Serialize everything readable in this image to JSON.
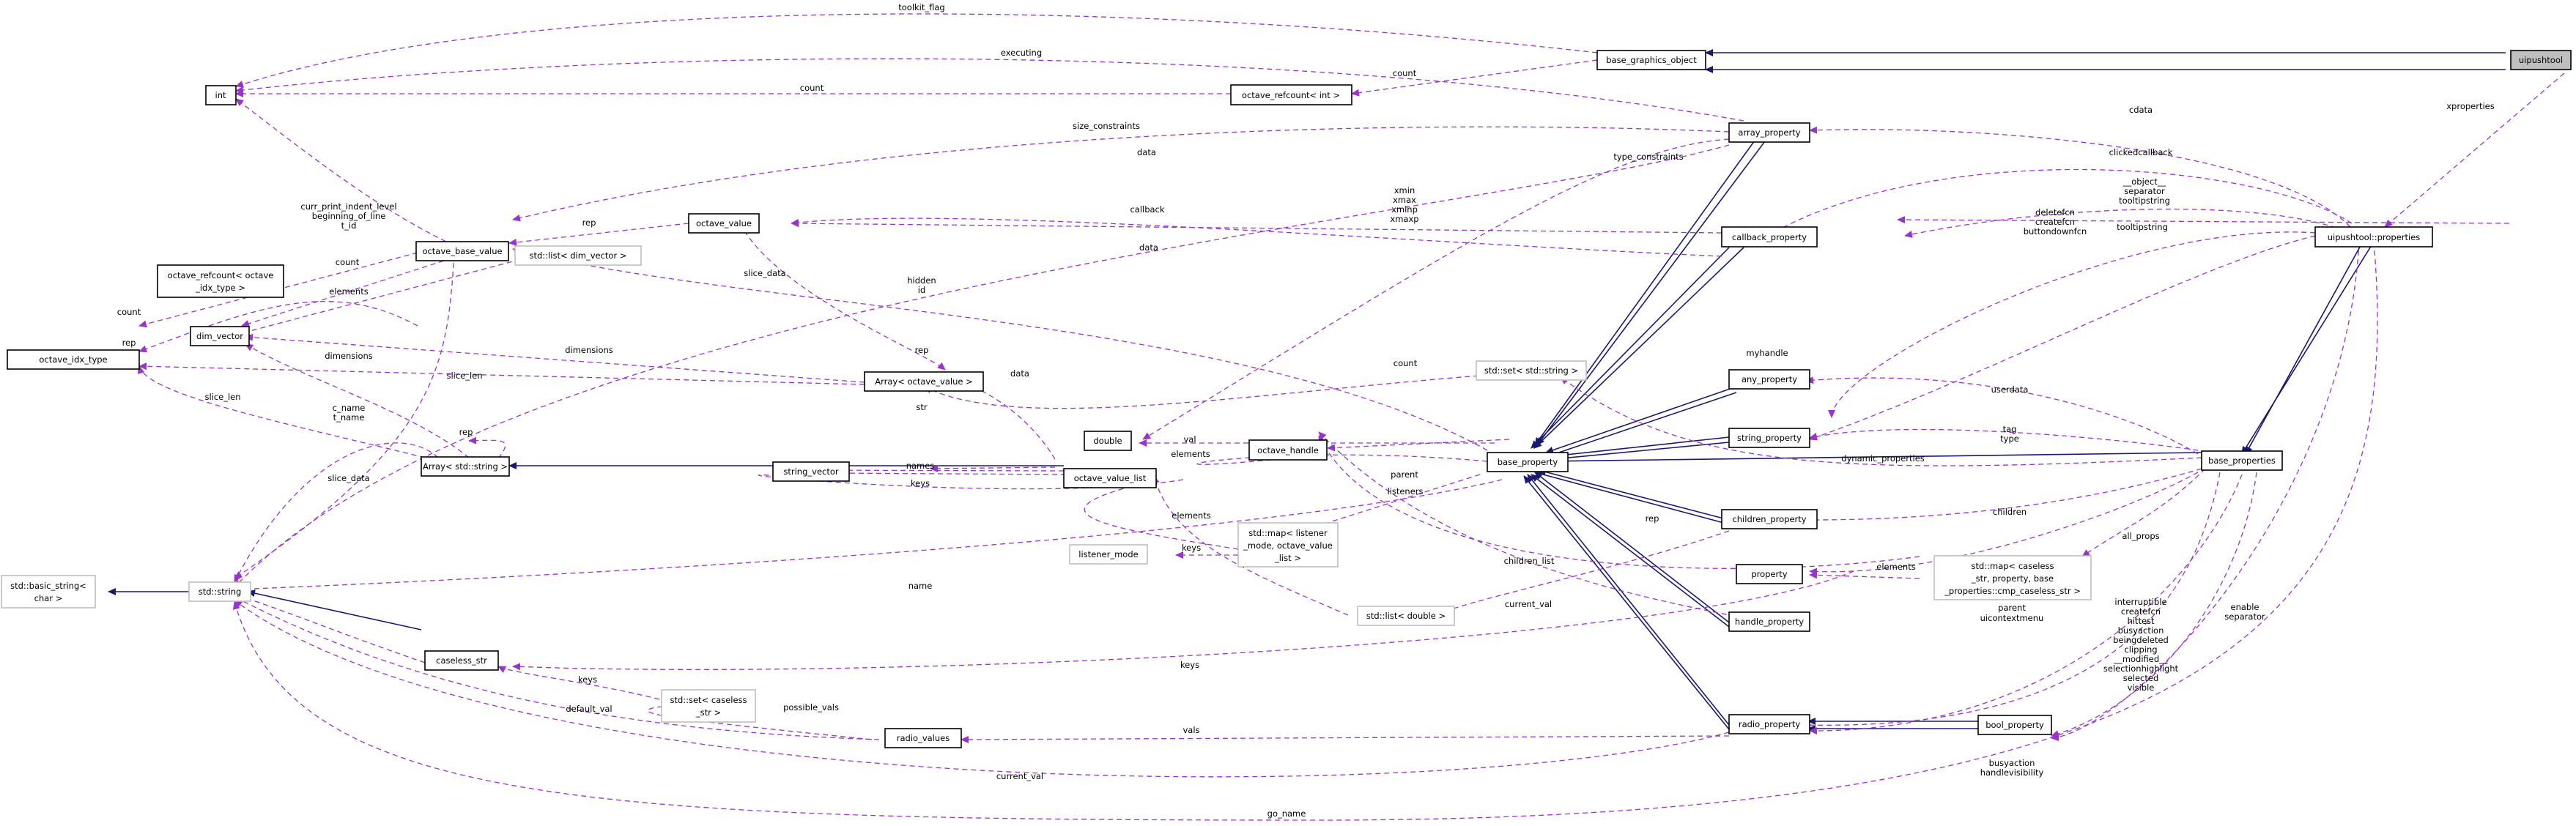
{
  "nodes": {
    "uipushtool": "uipushtool",
    "base_graphics_object": "base_graphics_object",
    "int": "int",
    "octave_refcount_int": "octave_refcount< int >",
    "array_property": "array_property",
    "octave_value": "octave_value",
    "octave_base_value": "octave_base_value",
    "octave_refcount_idx_1": "octave_refcount< octave",
    "octave_refcount_idx_2": "_idx_type >",
    "octave_idx_type": "octave_idx_type",
    "dim_vector": "dim_vector",
    "std_list_dim_vector": "std::list< dim_vector >",
    "callback_property": "callback_property",
    "uipushtool_properties": "uipushtool::properties",
    "array_octave_value": "Array< octave_value >",
    "std_set_string": "std::set< std::string >",
    "any_property": "any_property",
    "double": "double",
    "octave_handle": "octave_handle",
    "base_property": "base_property",
    "string_property": "string_property",
    "base_properties": "base_properties",
    "array_string": "Array< std::string >",
    "string_vector": "string_vector",
    "octave_value_list": "octave_value_list",
    "children_property": "children_property",
    "std_basic_string_1": "std::basic_string<",
    "std_basic_string_2": "char >",
    "std_string": "std::string",
    "listener_mode": "listener_mode",
    "std_map_listener_1": "std::map< listener",
    "std_map_listener_2": "_mode, octave_value",
    "std_map_listener_3": "_list >",
    "property": "property",
    "std_map_caseless_1": "std::map< caseless",
    "std_map_caseless_2": "_str, property, base",
    "std_map_caseless_3": "_properties::cmp_caseless_str >",
    "std_list_double": "std::list< double >",
    "handle_property": "handle_property",
    "caseless_str": "caseless_str",
    "std_set_caseless_1": "std::set< caseless",
    "std_set_caseless_2": "_str >",
    "radio_values": "radio_values",
    "radio_property": "radio_property",
    "bool_property": "bool_property"
  },
  "edge_labels": {
    "toolkit_flag": "toolkit_flag",
    "executing": "executing",
    "count1": "count",
    "count2": "count",
    "count3": "count",
    "count4": "count",
    "count5": "count",
    "size_constraints": "size_constraints",
    "data1": "data",
    "data2": "data",
    "data3": "data",
    "cdata": "cdata",
    "xproperties": "xproperties",
    "type_constraints": "type_constraints",
    "clickedcallback": "clickedcallback",
    "callback": "callback",
    "rep1": "rep",
    "rep2": "rep",
    "rep3": "rep",
    "rep4": "rep",
    "rep5": "rep",
    "curr_print_1": "curr_print_indent_level",
    "curr_print_2": "beginning_of_line",
    "curr_print_3": "t_id",
    "elements1": "elements",
    "elements2": "elements",
    "elements3": "elements",
    "elements4": "elements",
    "xmin": "xmin",
    "xmax": "xmax",
    "xminp": "xminp",
    "xmaxp": "xmaxp",
    "object1": "__object__",
    "object2": "separator",
    "object3": "tooltipstring",
    "deletefcn1": "deletefcn",
    "deletefcn2": "createfcn",
    "deletefcn3": "buttondownfcn",
    "tooltipstring": "tooltipstring",
    "slice_data1": "slice_data",
    "slice_data2": "slice_data",
    "hidden": "hidden",
    "id": "id",
    "dimensions1": "dimensions",
    "dimensions2": "dimensions",
    "slice_len1": "slice_len",
    "slice_len2": "slice_len",
    "myhandle": "myhandle",
    "c_name": "c_name",
    "t_name": "t_name",
    "str": "str",
    "val": "val",
    "userdata": "userdata",
    "tag": "tag",
    "type": "type",
    "names": "names",
    "keys1": "keys",
    "keys2": "keys",
    "keys3": "keys",
    "keys4": "keys",
    "parent1": "parent",
    "parent2": "parent",
    "listeners": "listeners",
    "dynamic_properties": "dynamic_properties",
    "children": "children",
    "children_list": "children_list",
    "all_props": "all_props",
    "name": "name",
    "current_val1": "current_val",
    "current_val2": "current_val",
    "uicontextmenu": "uicontextmenu",
    "enable": "enable",
    "separator": "separator",
    "interruptible": "interruptible",
    "createfcn": "createfcn",
    "hittest": "hittest",
    "busyaction1": "busyaction",
    "beingdeleted": "beingdeleted",
    "clipping": "clipping",
    "modified": "__modified__",
    "selectionhighlight": "selectionhighlight",
    "selected": "selected",
    "visible": "visible",
    "possible_vals": "possible_vals",
    "default_val": "default_val",
    "vals": "vals",
    "busyaction2": "busyaction",
    "handlevisibility": "handlevisibility",
    "go_name": "go_name"
  }
}
